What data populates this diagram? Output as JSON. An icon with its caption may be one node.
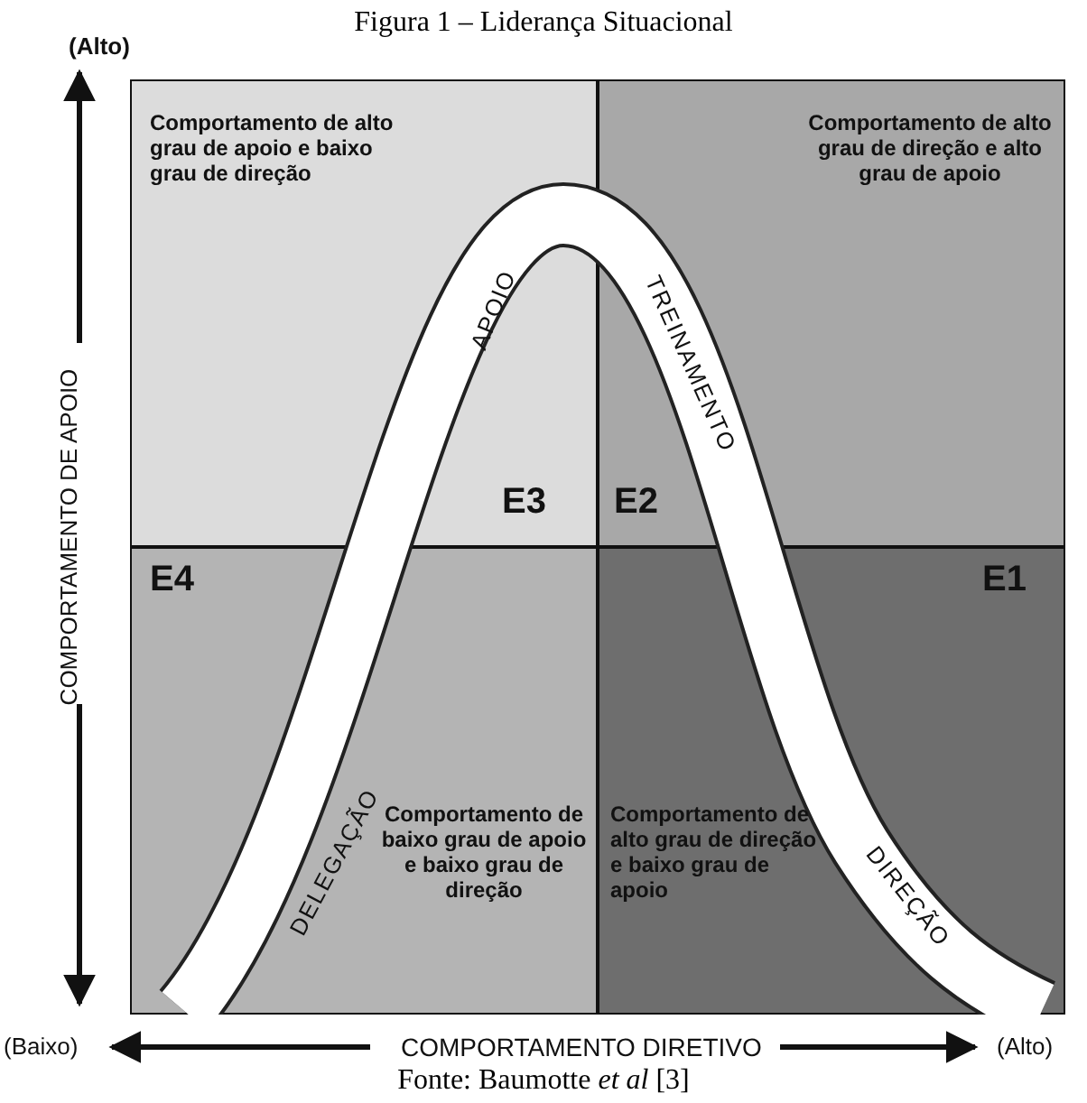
{
  "diagram": {
    "title": "Figura 1 – Liderança Situacional",
    "caption": "Fonte: Baumotte *et al* [3]",
    "nodes": [
      {
        "text": [
          "Comportamento de alto grau de apoio e baixo grau de direção",
          "E3"
        ]
      },
      {
        "text": [
          "Comportamento de alto grau de direção e alto grau de apoio",
          "E2"
        ]
      },
      {
        "text": [
          "E4",
          "Comportamento de baixo grau de apoio e baixo grau de direção"
        ]
      },
      {
        "text": [
          "E1",
          "Comportamento de alto grau de direção e baixo grau de apoio"
        ]
      }
    ],
    "labels": [
      "(Alto)",
      "APOIO",
      "TREINAMENTO",
      "COMPORTAMENTO DE APOIO",
      "DELEGAÇÃO",
      "DIREÇÃO",
      "(Baixo)",
      "COMPORTAMENTO DIRETIVO",
      "(Alto)"
    ]
  }
}
